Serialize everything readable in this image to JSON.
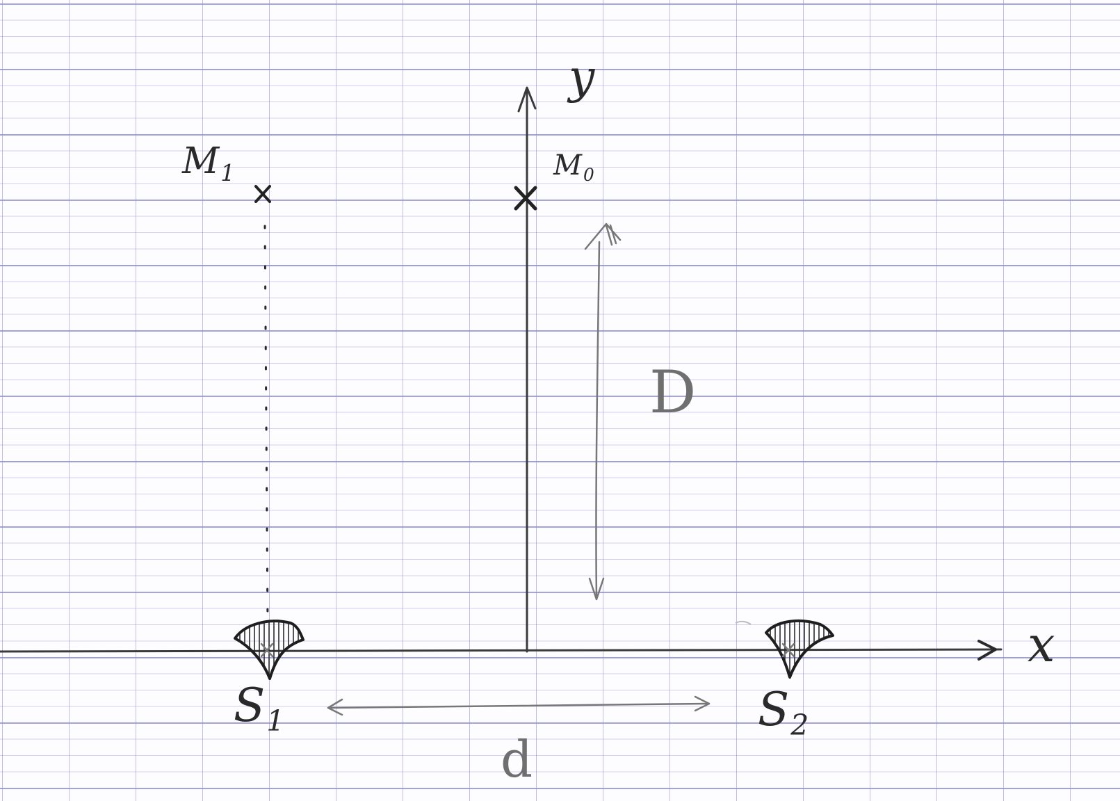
{
  "labels": {
    "y_axis": "y",
    "x_axis": "x",
    "m1_main": "M",
    "m1_sub": "1",
    "m0_main": "M",
    "m0_sub": "0",
    "distance_D": "D",
    "distance_d": "d",
    "s1_main": "S",
    "s1_sub": "1",
    "s2_main": "S",
    "s2_sub": "2"
  },
  "colors": {
    "ink": "#2a2a2a",
    "pencil": "#6f6f6f",
    "grid": "#8c8cd2"
  }
}
